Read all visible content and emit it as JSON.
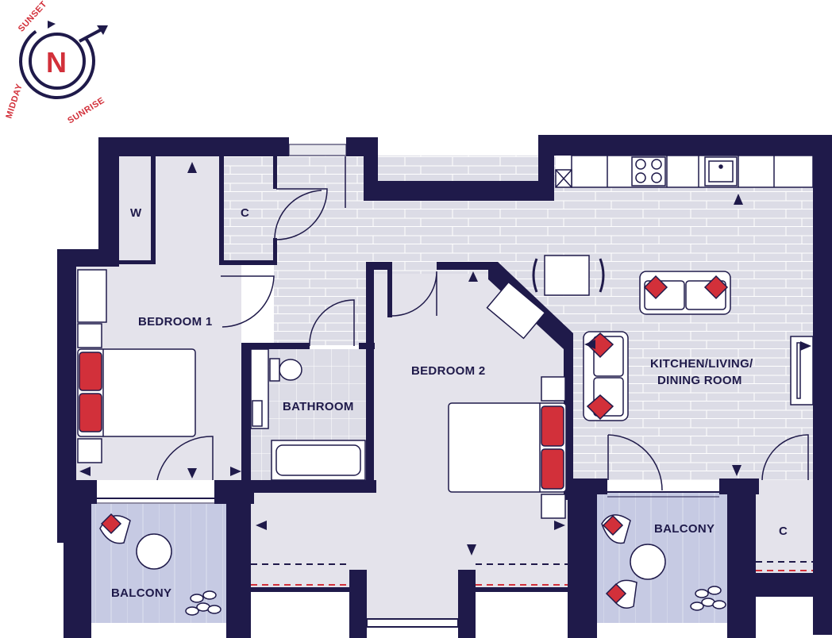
{
  "compass": {
    "north": "N",
    "sunset": "SUNSET",
    "midday": "MIDDAY",
    "sunrise": "SUNRISE"
  },
  "rooms": {
    "wardrobe": "W",
    "cupboard_hall": "C",
    "bedroom1": "BEDROOM 1",
    "bathroom": "BATHROOM",
    "bedroom2": "BEDROOM 2",
    "kitchen_line1": "KITCHEN/LIVING/",
    "kitchen_line2": "DINING ROOM",
    "balcony_right": "BALCONY",
    "balcony_left": "BALCONY",
    "cupboard_right": "C"
  },
  "colors": {
    "wall": "#1f1a4a",
    "floor_wood": "#dcdce6",
    "floor_room": "#e4e3eb",
    "balcony": "#c6cae3",
    "accent": "#d2303a"
  }
}
